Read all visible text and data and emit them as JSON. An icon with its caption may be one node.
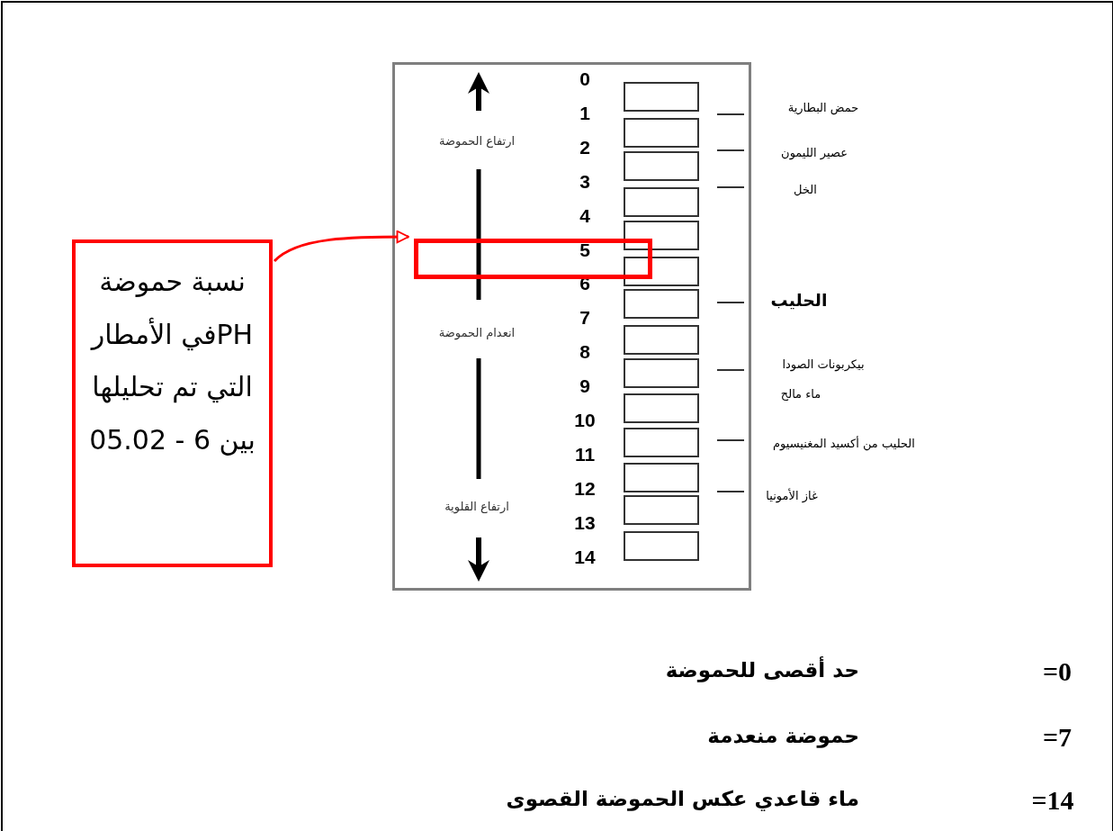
{
  "diagram": {
    "nodes": [
      {
        "text": [
          "نسبة حموضة PHفي الأمطار التي تم تحليلها بين 6 - 05.02"
        ]
      },
      {
        "text": [],
        "shape": "box"
      },
      {
        "text": [],
        "shape": "box",
        "in": 1
      },
      {
        "text": [],
        "shape": "box",
        "in": 1
      },
      {
        "text": [],
        "shape": "box",
        "in": 1
      },
      {
        "text": [],
        "shape": "box",
        "in": 1
      },
      {
        "text": [],
        "shape": "box",
        "in": 1
      },
      {
        "text": [],
        "shape": "box",
        "in": 1
      },
      {
        "text": [],
        "shape": "box",
        "in": 1
      },
      {
        "text": [],
        "shape": "box",
        "in": 1
      },
      {
        "text": [],
        "shape": "box",
        "in": 1
      },
      {
        "text": [],
        "shape": "box",
        "in": 1
      },
      {
        "text": [],
        "shape": "box",
        "in": 1
      },
      {
        "text": [],
        "shape": "box",
        "in": 1
      },
      {
        "text": [],
        "shape": "box",
        "in": 1
      },
      {
        "text": [],
        "shape": "box",
        "in": 1
      },
      {
        "text": [],
        "shape": "box",
        "in": 1
      }
    ],
    "edges": [
      {
        "from": 0,
        "to": 2,
        "arrow": "to",
        "color": "#ff0000"
      }
    ],
    "labels": [
      "0",
      "حمض البطارية",
      "1",
      "ارتفاع الحموضة",
      "2",
      "عصير الليمون",
      "3",
      "الخل",
      "4",
      "5",
      "6",
      "الحليب",
      "7",
      "انعدام الحموضة",
      "8",
      "بيكربونات الصودا",
      "9",
      "ماء مالح",
      "10",
      "الحليب من أكسيد المغنيسيوم",
      "11",
      "12",
      "غاز الأمونيا",
      "ارتفاع القلوية",
      "13",
      "14",
      "=0",
      "حد أقصى للحموضة",
      "=7",
      "حموضة منعدمة",
      "=14",
      "ماء قاعدي عكس الحموضة القصوى"
    ]
  }
}
